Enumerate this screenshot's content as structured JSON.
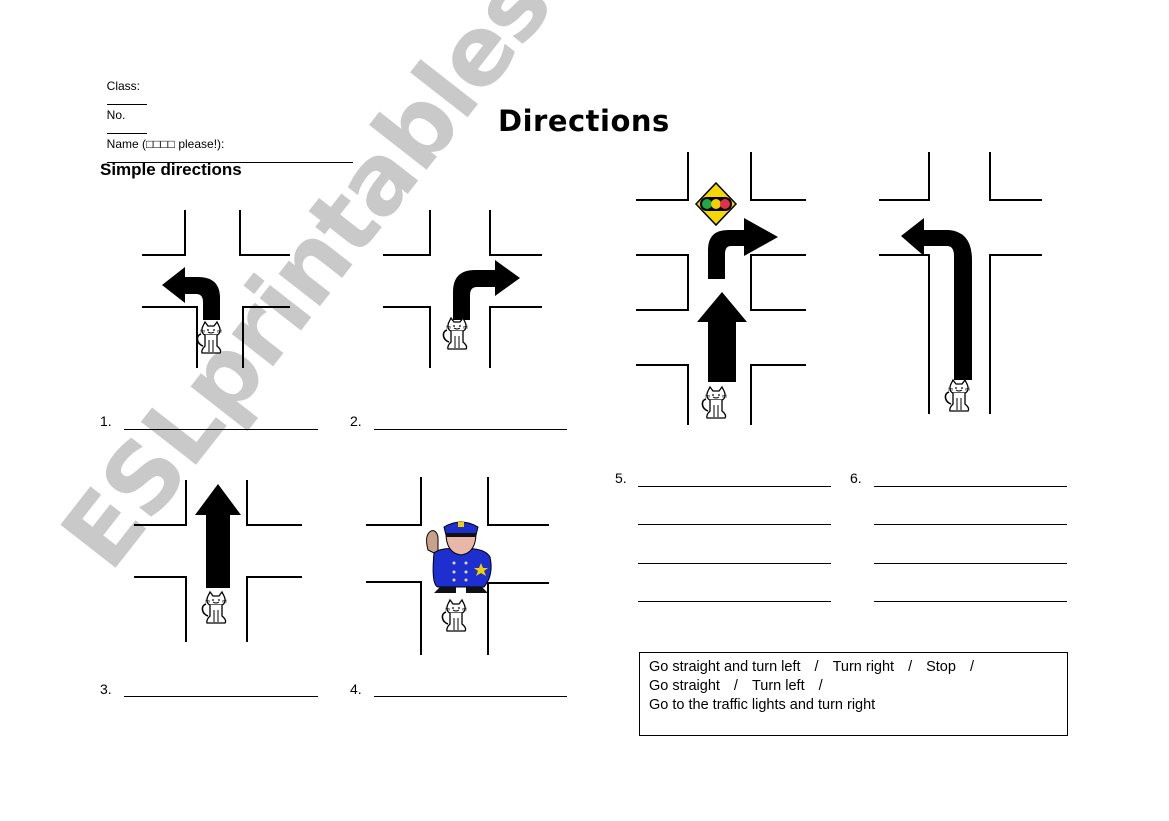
{
  "header": {
    "class_label": "Class:",
    "no_label": "No.",
    "name_label": "Name (□□□□ please!):"
  },
  "title": "Directions",
  "subtitle": "Simple directions",
  "questions": [
    {
      "number": "1.",
      "diagram": "turn-left",
      "answer": ""
    },
    {
      "number": "2.",
      "diagram": "turn-right",
      "answer": ""
    },
    {
      "number": "3.",
      "diagram": "go-straight",
      "answer": ""
    },
    {
      "number": "4.",
      "diagram": "stop-police",
      "answer": ""
    },
    {
      "number": "5.",
      "diagram": "go-straight-traffic-lights-turn-right",
      "answer_lines": 4
    },
    {
      "number": "6.",
      "diagram": "go-straight-turn-left",
      "answer_lines": 4
    }
  ],
  "word_bank": {
    "line1": [
      "Go straight and turn left",
      "Turn right",
      "Stop"
    ],
    "line2": [
      "Go straight",
      "Turn left"
    ],
    "line3": "Go to the traffic lights and turn right",
    "separator": "/"
  },
  "watermark": "ESLprintables.com",
  "colors": {
    "road": "#000000",
    "arrow": "#000000",
    "sign_yellow": "#f5d800",
    "light_green": "#1fa84a",
    "light_yellow": "#f0d000",
    "light_red": "#e0304a",
    "police_blue": "#1e2fd0",
    "watermark": "#c4c4c4"
  }
}
